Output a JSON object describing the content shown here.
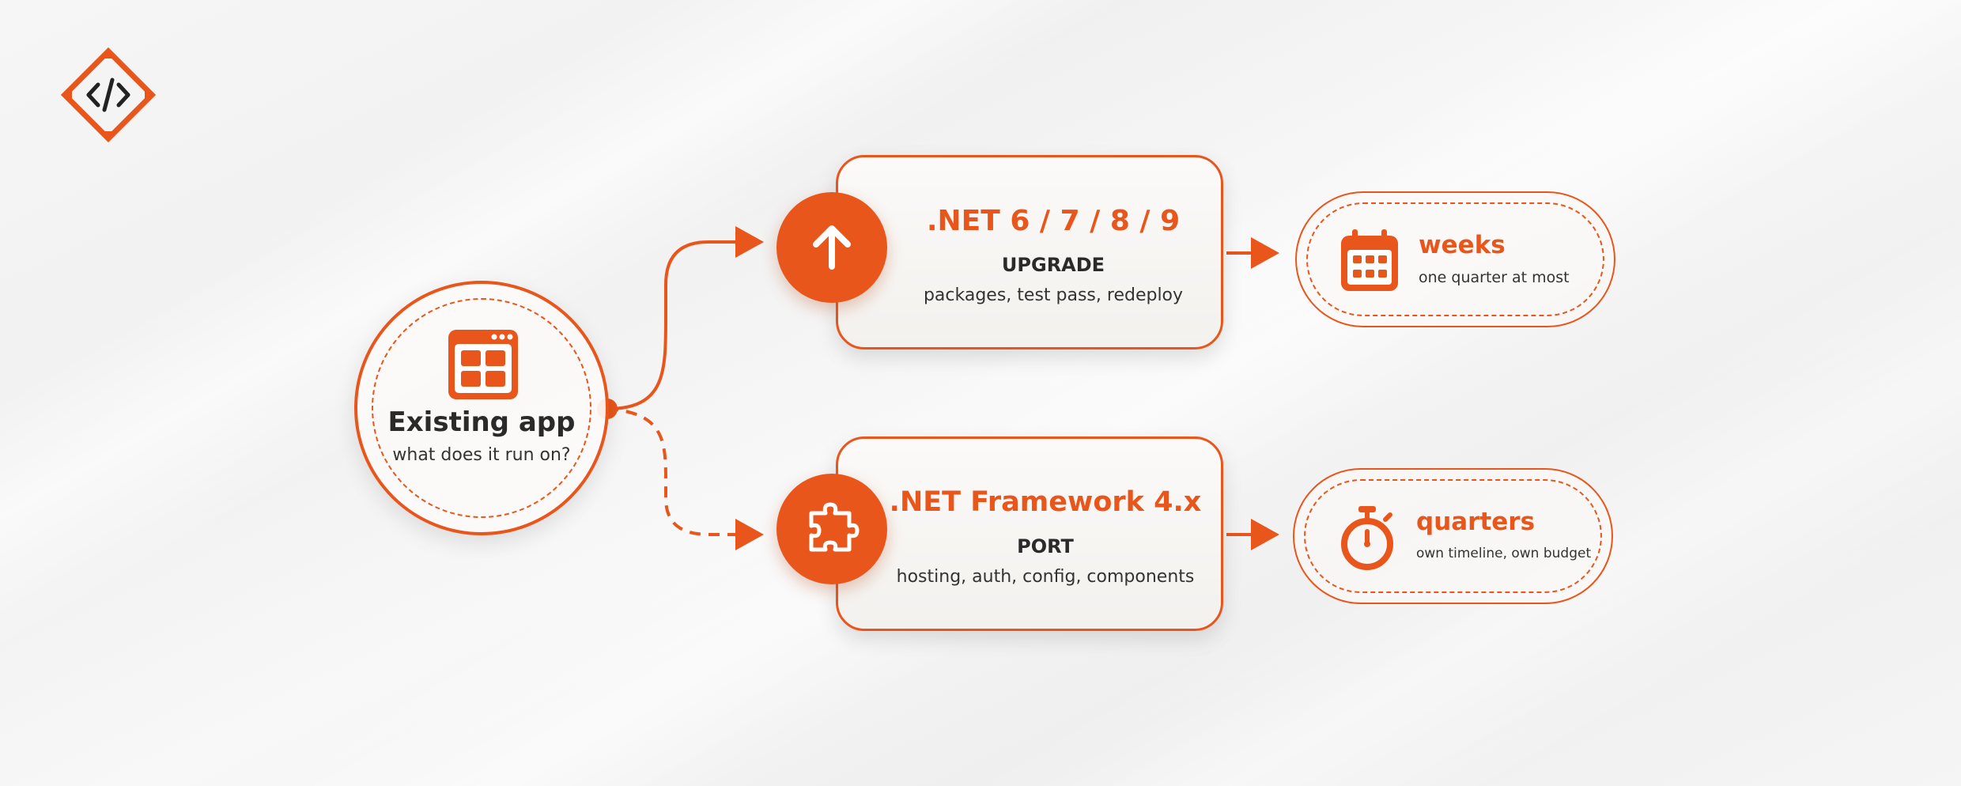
{
  "colors": {
    "accent": "#e8561c",
    "text": "#2a2a2a",
    "background": "#f3f3f3"
  },
  "logo": {
    "icon": "code-diamond-icon"
  },
  "origin": {
    "icon": "app-window-icon",
    "title": "Existing app",
    "subtitle": "what does it run on?"
  },
  "paths": [
    {
      "id": "upgrade",
      "icon": "arrow-up-icon",
      "version": ".NET 6 / 7 / 8 / 9",
      "action": "UPGRADE",
      "description": "packages, test pass, redeploy",
      "connector": "solid",
      "result": {
        "icon": "calendar-icon",
        "title": "weeks",
        "subtitle": "one quarter at most"
      }
    },
    {
      "id": "port",
      "icon": "puzzle-piece-icon",
      "version": ".NET Framework 4.x",
      "action": "PORT",
      "description": "hosting, auth, config, components",
      "connector": "dashed",
      "result": {
        "icon": "stopwatch-icon",
        "title": "quarters",
        "subtitle": "own timeline, own budget"
      }
    }
  ]
}
